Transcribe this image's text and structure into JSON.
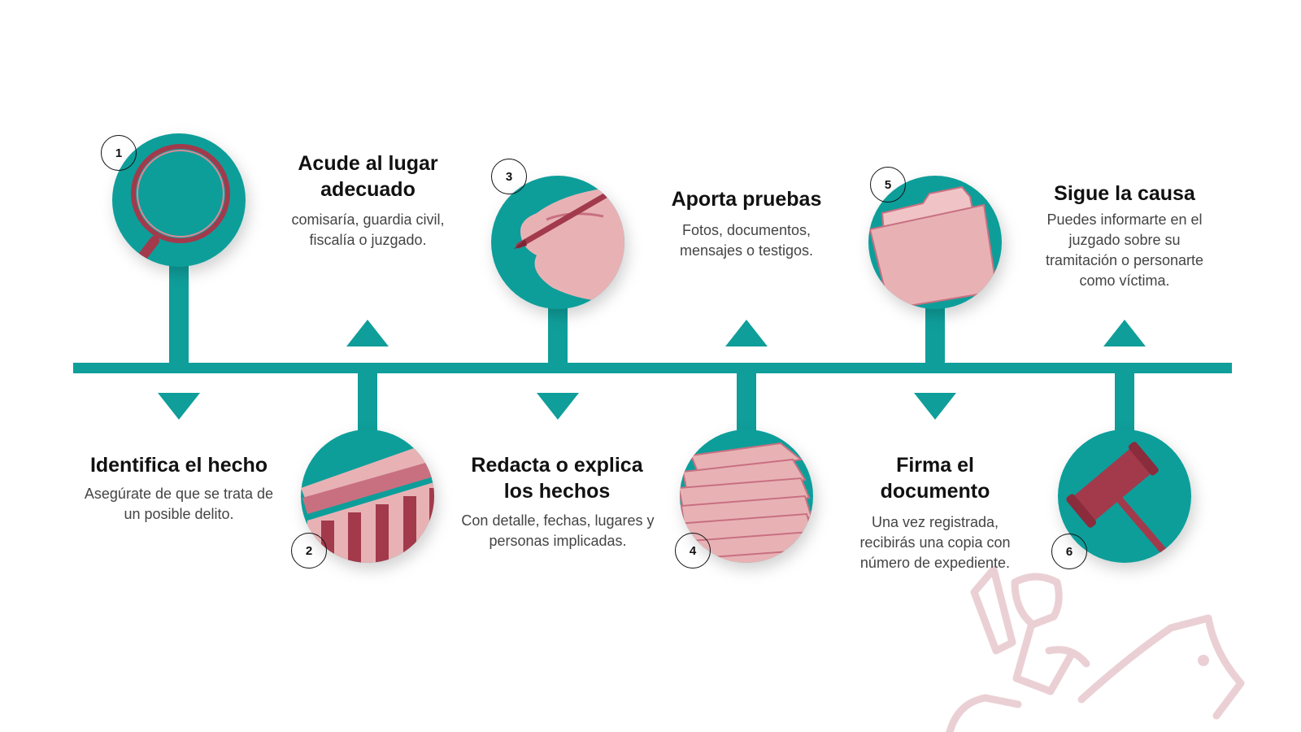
{
  "colors": {
    "teal": "#0f9e9a",
    "pink": "#e8b2b5",
    "crimson": "#a23a4c",
    "watermark": "#ead0d4"
  },
  "steps": [
    {
      "number": "1",
      "title": "Identifica el hecho",
      "description": "Asegúrate de que se trata de un posible delito.",
      "icon": "magnifying-glass-icon"
    },
    {
      "number": "2",
      "title": "Acude al lugar adecuado",
      "description": "comisaría, guardia civil, fiscalía o juzgado.",
      "icon": "courthouse-icon"
    },
    {
      "number": "3",
      "title": "Redacta o explica los hechos",
      "description": "Con detalle, fechas, lugares y personas implicadas.",
      "icon": "writing-hand-icon"
    },
    {
      "number": "4",
      "title": "Aporta pruebas",
      "description": "Fotos, documentos, mensajes o testigos.",
      "icon": "paper-stack-icon"
    },
    {
      "number": "5",
      "title": "Firma el documento",
      "description": "Una vez registrada, recibirás una copia con número de expediente.",
      "icon": "folder-icon"
    },
    {
      "number": "6",
      "title": "Sigue la causa",
      "description": "Puedes informarte en el juzgado sobre su tramitación o personarte como víctima.",
      "icon": "gavel-icon"
    }
  ]
}
